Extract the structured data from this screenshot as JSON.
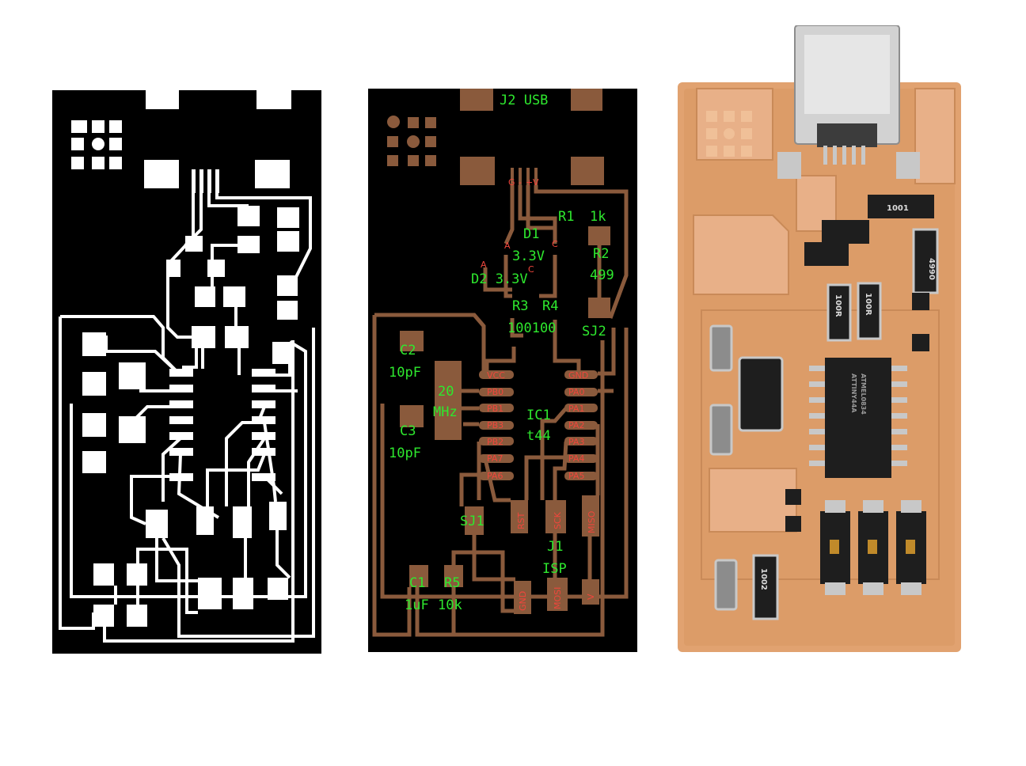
{
  "colors": {
    "trace_mask_bg": "#000000",
    "trace_mask_copper": "#ffffff",
    "layout_bg": "#000000",
    "layout_copper": "#8a5a3c",
    "layout_label": "#2ee82e",
    "layout_pin_label": "#f0463c",
    "board_fr4": "#e1a270",
    "board_copper": "#e8b088",
    "solder": "#c8c8c8",
    "ic_body": "#1e1e1e",
    "usb_shell": "#d2d2d2"
  },
  "layout": {
    "labels": {
      "j2": "J2 USB",
      "r1": "R1",
      "r1_val": "1k",
      "d1": "D1",
      "d1_val": "3.3V",
      "r2": "R2",
      "r2_val": "499",
      "d2": "D2 3.3V",
      "r3": "R3",
      "r4": "R4",
      "r34_val": "100100",
      "sj2": "SJ2",
      "c2": "C2",
      "c2_val": "10pF",
      "xtal_val": "20",
      "xtal_unit": "MHz",
      "c3": "C3",
      "c3_val": "10pF",
      "ic1": "IC1",
      "ic1_val": "t44",
      "sj1": "SJ1",
      "j1": "J1",
      "j1_val": "ISP",
      "c1": "C1",
      "c1_val": "1uF",
      "r5": "R5",
      "r5_val": "10k"
    },
    "usb_pins": [
      "G",
      "-",
      "+",
      "V"
    ],
    "diode_pins": {
      "anode": "A",
      "cathode": "C"
    },
    "ic_left_pins": [
      "VCC",
      "PB0",
      "PB1",
      "PB3",
      "PB2",
      "PA7",
      "PA6"
    ],
    "ic_right_pins": [
      "GND",
      "PA0",
      "PA1",
      "PA2",
      "PA3",
      "PA4",
      "PA5"
    ],
    "isp_pins": [
      "RST",
      "SCK",
      "MISO",
      "GND",
      "MOSI",
      "V"
    ]
  },
  "board": {
    "markings": {
      "r_1001": "1001",
      "r_4990": "4990",
      "r_100r_a": "100R",
      "r_100r_b": "100R",
      "r_1002": "1002",
      "ic_line1": "ATMEL0834",
      "ic_line2": "ATTINY44A"
    }
  }
}
